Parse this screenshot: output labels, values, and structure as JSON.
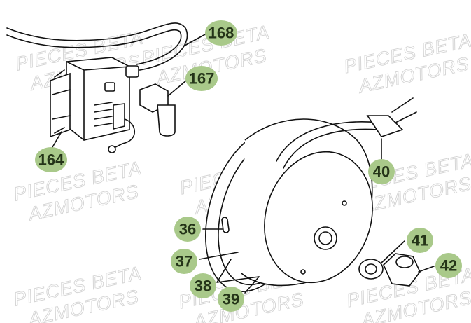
{
  "watermark": {
    "line1": "PIECES BETA",
    "line2": "AZMOTORS"
  },
  "badge_color": "#a9c98a",
  "labels": [
    "168",
    "167",
    "164",
    "40",
    "36",
    "37",
    "38",
    "39",
    "41",
    "42"
  ]
}
